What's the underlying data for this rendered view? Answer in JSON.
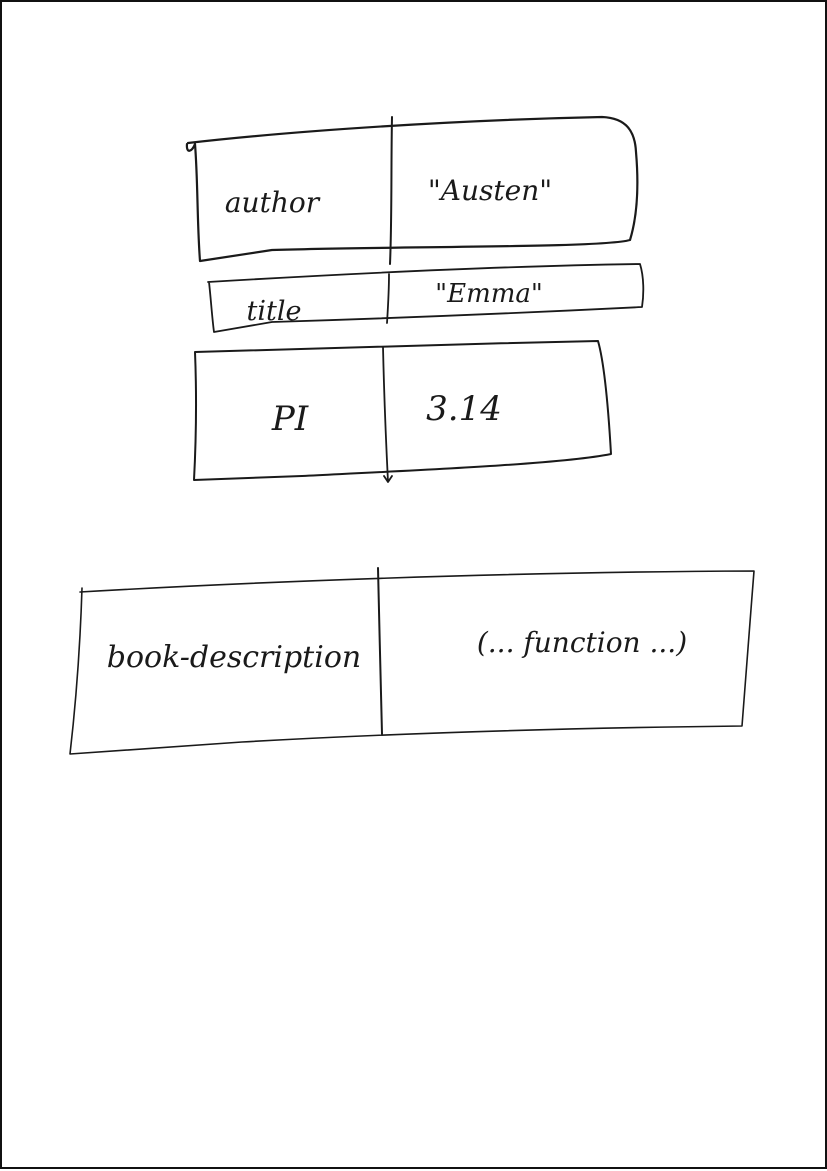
{
  "records": [
    {
      "key": "author",
      "value": "\"Austen\""
    },
    {
      "key": "title",
      "value": "\"Emma\""
    },
    {
      "key": "PI",
      "value": "3.14"
    },
    {
      "key": "book-description",
      "value": "(... function ...)"
    }
  ],
  "colors": {
    "ink": "#1a1a1a",
    "paper": "#ffffff"
  }
}
